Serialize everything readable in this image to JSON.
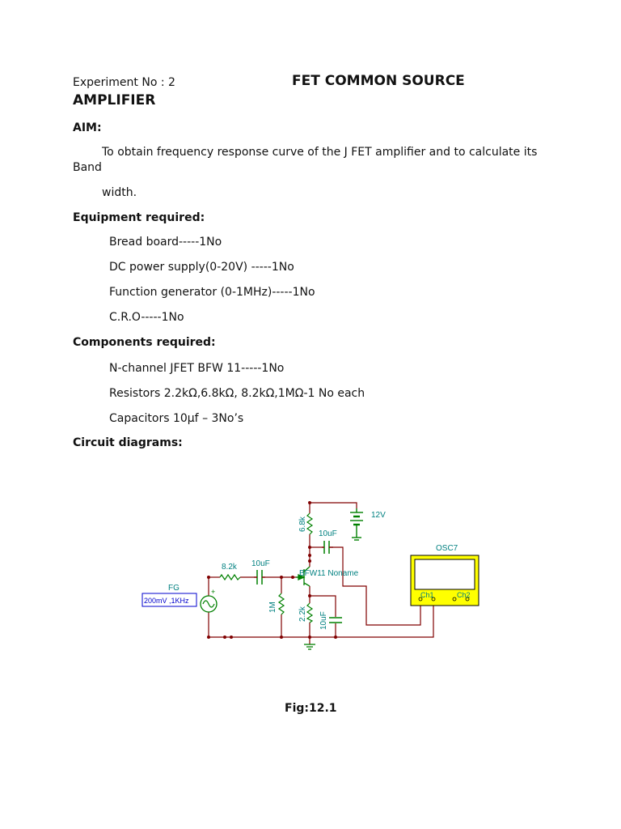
{
  "header": {
    "experiment": "Experiment No : 2",
    "title_part1": "FET COMMON SOURCE",
    "title_part2": "AMPLIFIER"
  },
  "aim": {
    "heading": "AIM:",
    "line1": "To obtain frequency response curve of the J FET amplifier and to calculate its",
    "line2": "Band",
    "line3": "width."
  },
  "equipment": {
    "heading": "Equipment required:",
    "items": [
      "Bread board-----1No",
      "DC power supply(0-20V) -----1No",
      "Function generator (0-1MHz)-----1No",
      "C.R.O-----1No"
    ]
  },
  "components": {
    "heading": "Components required:",
    "items": [
      "N-channel JFET BFW 11-----1No",
      "Resistors 2.2kΩ,6.8kΩ, 8.2kΩ,1MΩ-1 No each",
      "Capacitors 10µf – 3No’s"
    ]
  },
  "circuit": {
    "heading": "Circuit diagrams:",
    "labels": {
      "fg": "FG",
      "fg_value": "200mV ,1KHz",
      "r_in": "8.2k",
      "c_in": "10uF",
      "r_gate": "1M",
      "r_drain": "6.8k",
      "c_out": "10uF",
      "transistor": "BFW11 Noname",
      "r_source": "2.2k",
      "c_source": "10uF",
      "supply": "12V",
      "osc": "OSC7",
      "ch1": "Ch1",
      "ch2": "Ch2"
    },
    "colors": {
      "wire": "#800000",
      "label": "#008080",
      "component": "#008000",
      "scope_frame": "#ffff00",
      "fg_box": "#0000cc"
    }
  },
  "figure": {
    "caption": "Fig:12.1"
  }
}
